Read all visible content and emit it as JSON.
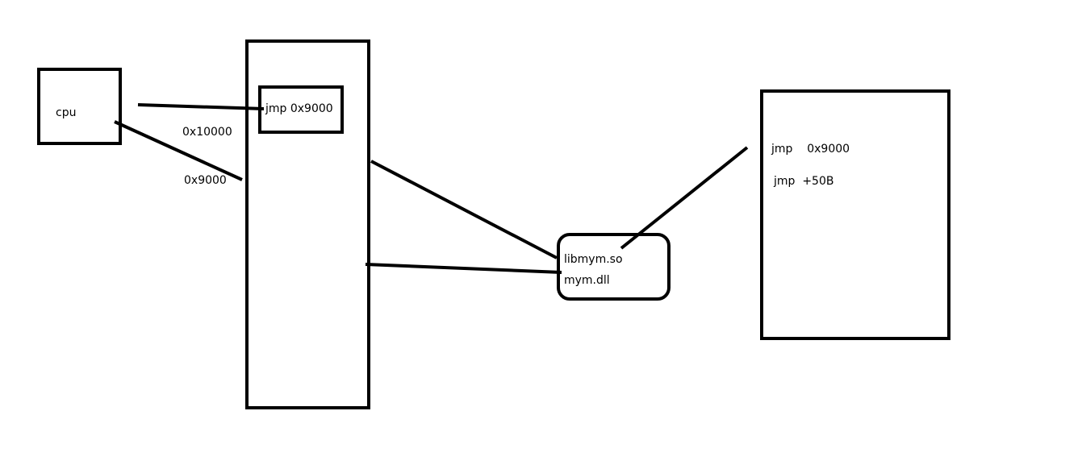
{
  "diagram": {
    "cpu_label": "cpu",
    "memory": {
      "slot_label": "jmp 0x9000",
      "address_high": "0x10000",
      "address_low": "0x9000"
    },
    "library": {
      "so_label": "libmym.so",
      "dll_label": "mym.dll"
    },
    "code_block": {
      "line1": "jmp    0x9000",
      "line2": "jmp  +50B"
    },
    "colors": {
      "stroke": "#000000",
      "background": "#ffffff"
    }
  }
}
